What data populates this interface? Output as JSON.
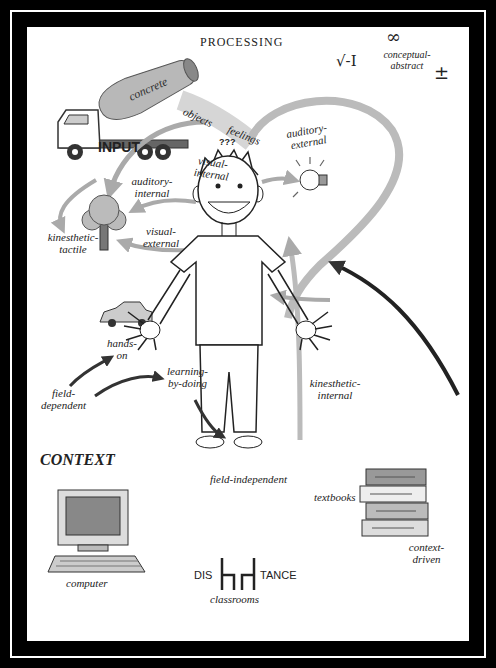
{
  "diagram": {
    "nodes": [
      {
        "text": [
          "concrete"
        ]
      }
    ],
    "labels": [
      "PROCESSING",
      "∞",
      "√-I",
      "conceptual- abstract",
      "±",
      "objects",
      "feelings",
      "INPUT",
      "visual- internal",
      "auditory- external",
      "auditory- internal",
      "visual- external",
      "kinesthetic- tactile",
      "hands- on",
      "field- dependent",
      "learning- by-doing",
      "kinesthetic- internal",
      "CONTEXT",
      "field-independent",
      "computer",
      "DIS",
      "TANCE",
      "classrooms",
      "textbooks",
      "context- driven",
      "???"
    ]
  }
}
